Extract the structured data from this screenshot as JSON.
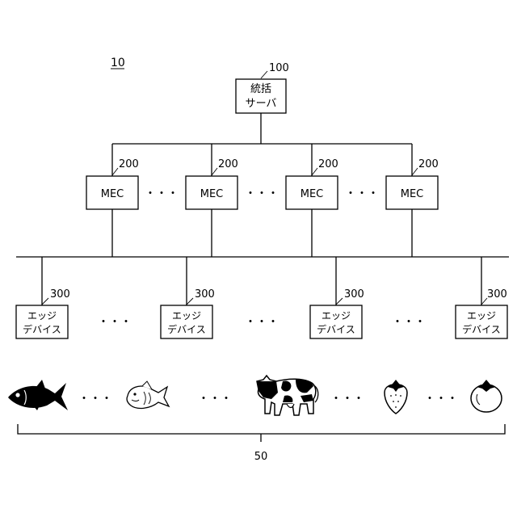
{
  "figure_label": "10",
  "server": {
    "ref": "100",
    "line1": "統括",
    "line2": "サーバ"
  },
  "mec": {
    "ref": "200",
    "label": "MEC",
    "count": 4
  },
  "edge": {
    "ref": "300",
    "line1": "エッジ",
    "line2": "デバイス",
    "count": 4
  },
  "ellipsis": "・・・",
  "objects": {
    "ref": "50",
    "items": [
      "fish-icon",
      "taiyaki-icon",
      "cow-icon",
      "strawberry-icon",
      "tomato-icon"
    ]
  }
}
